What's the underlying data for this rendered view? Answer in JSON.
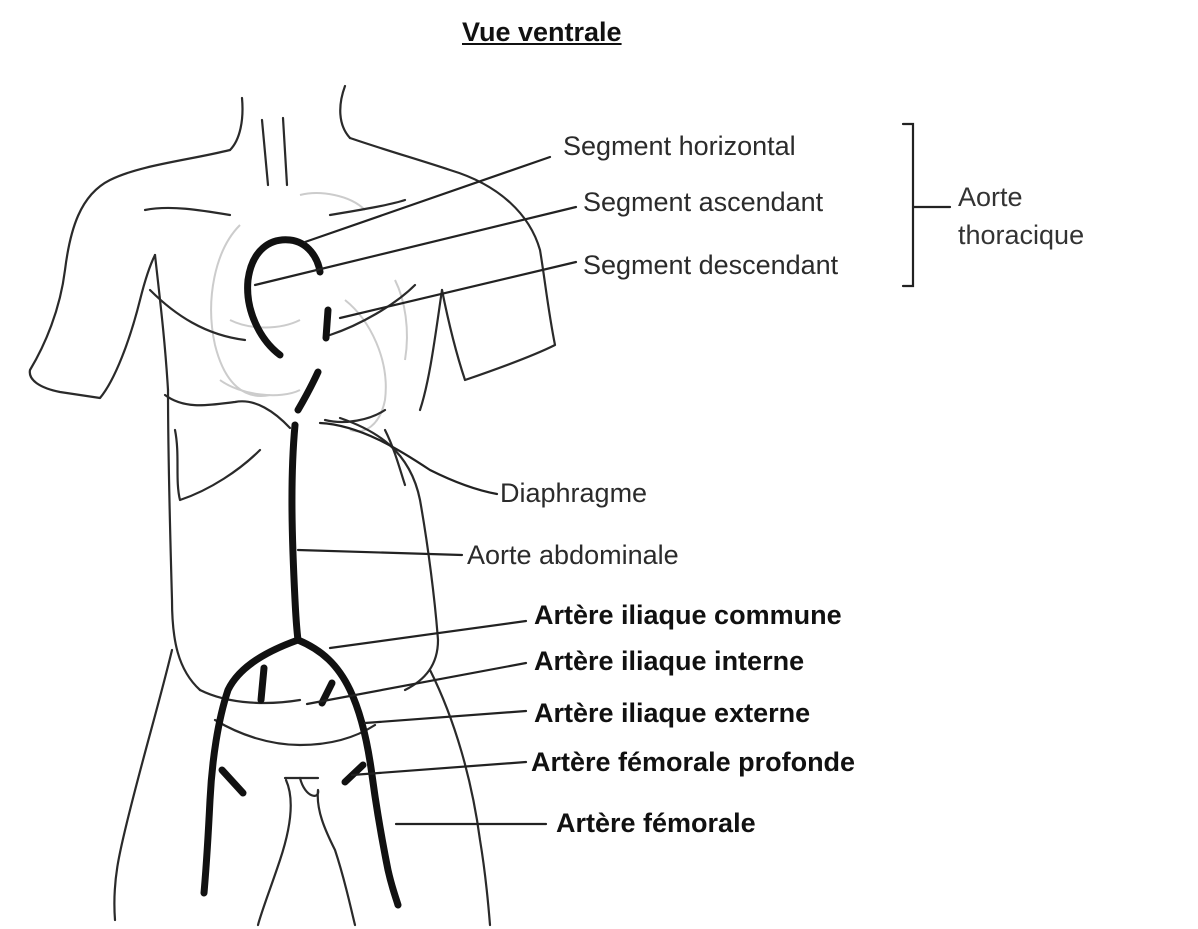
{
  "title": "Vue ventrale",
  "labels": {
    "segment_horizontal": "Segment horizontal",
    "segment_ascendant": "Segment ascendant",
    "segment_descendant": "Segment descendant",
    "aorte_thoracique_line1": "Aorte",
    "aorte_thoracique_line2": "thoracique",
    "diaphragme": "Diaphragme",
    "aorte_abdominale": "Aorte abdominale",
    "artere_iliaque_commune": "Artère iliaque commune",
    "artere_iliaque_interne": "Artère iliaque interne",
    "artere_iliaque_externe": "Artère iliaque externe",
    "artere_femorale_profonde": "Artère fémorale profonde",
    "artere_femorale": "Artère fémorale"
  },
  "colors": {
    "outline": "#2a2a2a",
    "vessel": "#111111",
    "faint": "#c8c8c8",
    "text": "#2b2b2b"
  }
}
